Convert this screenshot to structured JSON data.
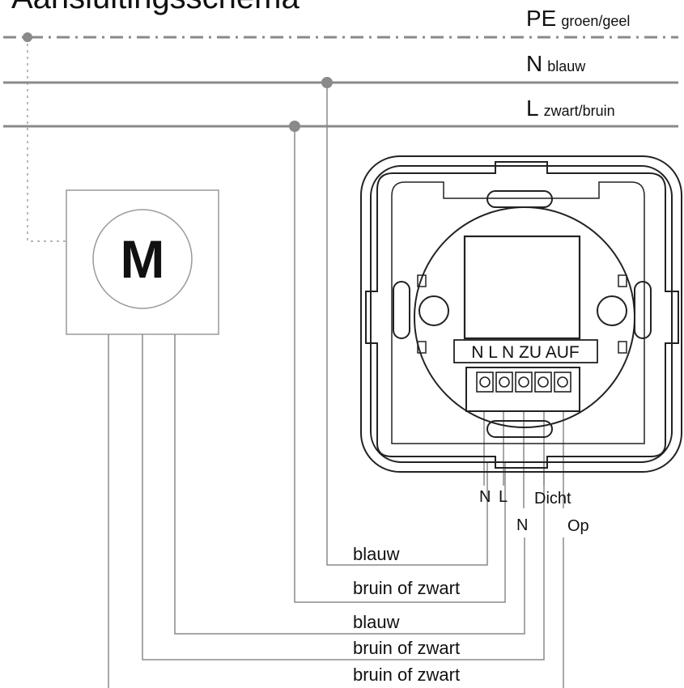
{
  "title": "Aansluitingsschema",
  "bus": [
    {
      "code": "PE",
      "color": "groen/geel"
    },
    {
      "code": "N",
      "color": "blauw"
    },
    {
      "code": "L",
      "color": "zwart/bruin"
    }
  ],
  "motor": {
    "symbol": "M"
  },
  "terminal_label": "N L N ZU AUF",
  "terminal_labels": {
    "n1": "N",
    "l": "L",
    "n2": "N",
    "dicht": "Dicht",
    "op": "Op"
  },
  "wires": [
    "blauw",
    "bruin of zwart",
    "blauw",
    "bruin of zwart",
    "bruin of zwart"
  ],
  "colors": {
    "line": "#8a8a8a",
    "dot": "#8a8a8a",
    "text": "#111111",
    "frame": "#222222"
  }
}
